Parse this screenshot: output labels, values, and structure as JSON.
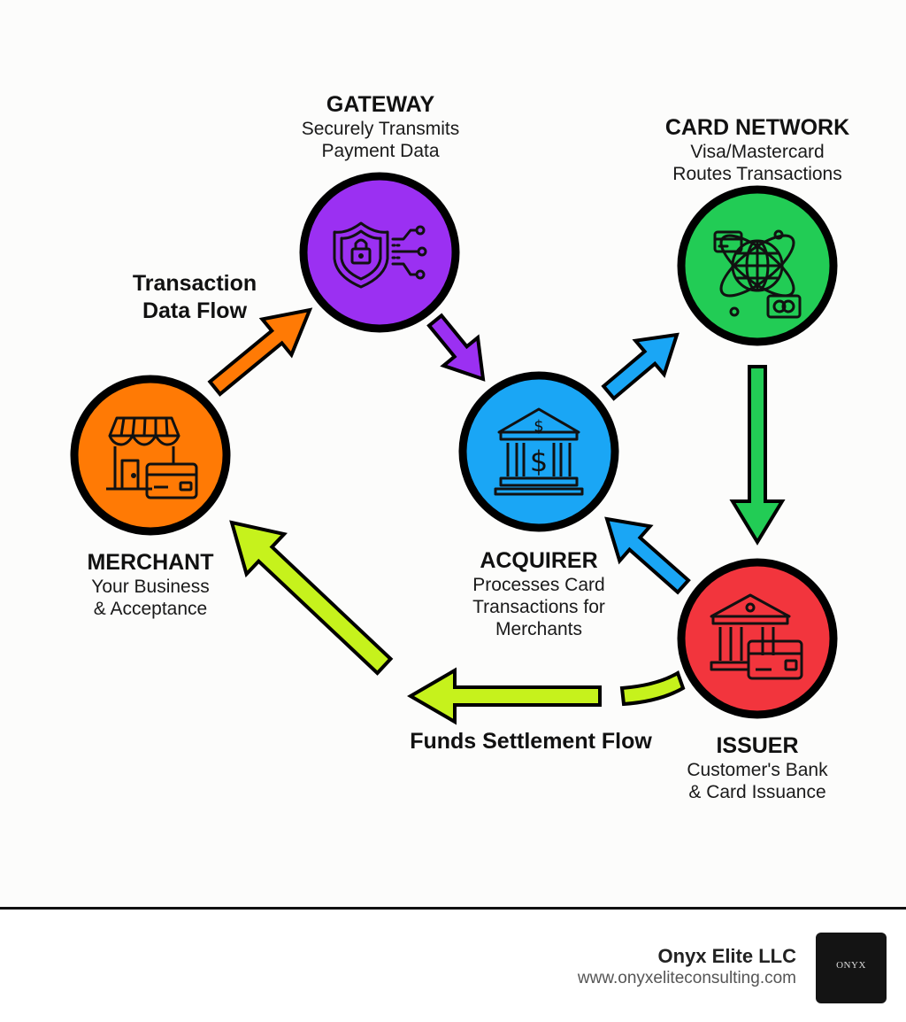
{
  "nodes": {
    "gateway": {
      "title": "GATEWAY",
      "subtitle": "Securely Transmits\nPayment Data",
      "color": "#9b30f2",
      "icon": "shield-lock-circuit-icon"
    },
    "network": {
      "title": "CARD NETWORK",
      "subtitle": "Visa/Mastercard\nRoutes Transactions",
      "color": "#22cc55",
      "icon": "globe-network-icon"
    },
    "merchant": {
      "title": "MERCHANT",
      "subtitle": "Your Business\n& Acceptance",
      "color": "#ff7a05",
      "icon": "storefront-card-icon"
    },
    "acquirer": {
      "title": "ACQUIRER",
      "subtitle": "Processes Card\nTransactions for\nMerchants",
      "color": "#1aa6f5",
      "icon": "bank-dollar-icon"
    },
    "issuer": {
      "title": "ISSUER",
      "subtitle": "Customer's Bank\n& Card Issuance",
      "color": "#f2353d",
      "icon": "bank-card-icon"
    }
  },
  "flows": {
    "transaction": "Transaction\nData Flow",
    "settlement": "Funds Settlement Flow"
  },
  "arrow_colors": {
    "merchant_to_gateway": "#ff7a05",
    "gateway_to_acquirer": "#9b30f2",
    "acquirer_to_network": "#1aa6f5",
    "network_to_issuer": "#22cc55",
    "issuer_to_acquirer": "#1aa6f5",
    "settlement": "#c6f21c"
  },
  "footer": {
    "company": "Onyx Elite LLC",
    "url": "www.onyxeliteconsulting.com",
    "logo_text": "ONYX"
  }
}
